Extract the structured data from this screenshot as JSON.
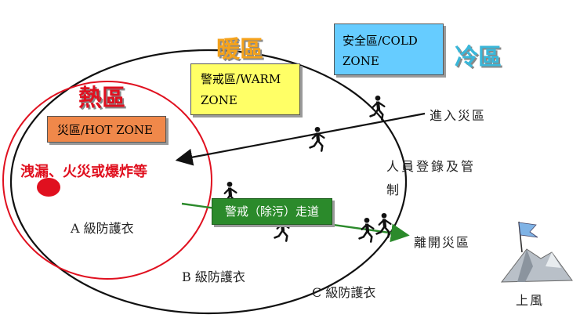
{
  "zones": {
    "hot": {
      "title": "熱區",
      "box_label": "災區/HOT ZONE",
      "protection": "A 級防護衣",
      "color": "#e0101f",
      "box_color": "#f0884a"
    },
    "warm": {
      "title": "暖區",
      "box_label": "警戒區/WARM ZONE",
      "protection": "B 級防護衣",
      "color": "#f4a21c",
      "box_color": "#ffff66"
    },
    "cold": {
      "title": "冷區",
      "box_label": "安全區/COLD ZONE",
      "protection": "C 級防護衣",
      "color": "#3ab7d9",
      "box_color": "#66ccff"
    }
  },
  "hazard": {
    "label": "洩漏、火災或爆炸等",
    "color": "#e0101f"
  },
  "decon": {
    "label": "警戒（除污）走道",
    "color": "#2b8a2b"
  },
  "labels": {
    "enter": "進入災區",
    "control": "人員登錄及管制",
    "exit": "離開災區",
    "upwind": "上風"
  },
  "icons": [
    "runner-icon",
    "mountain-flag-icon",
    "hazard-dot-icon"
  ]
}
